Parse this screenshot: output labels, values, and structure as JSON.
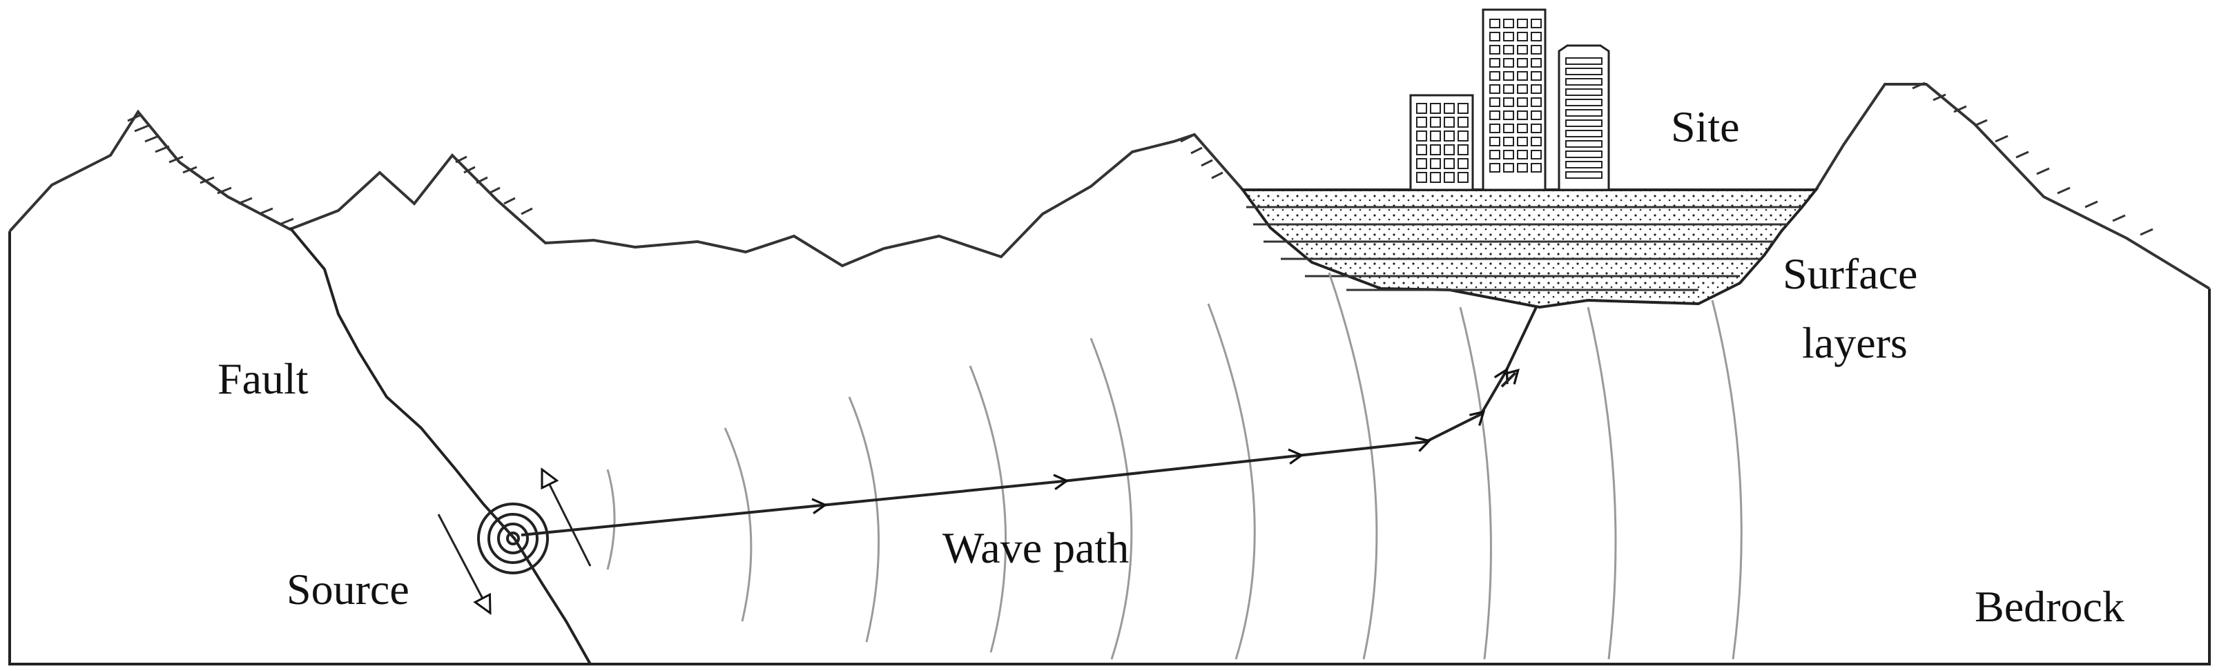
{
  "labels": {
    "site": "Site",
    "surface_layers_line1": "Surface",
    "surface_layers_line2": "layers",
    "fault": "Fault",
    "source": "Source",
    "wave_path": "Wave path",
    "bedrock": "Bedrock"
  },
  "colors": {
    "ink": "#111111",
    "wavefront": "#9a9a9a",
    "background": "#ffffff"
  },
  "icons": {
    "source": "concentric-rings-icon",
    "buildings": "city-buildings-icon",
    "slip_arrows": "fault-slip-arrows-icon"
  }
}
